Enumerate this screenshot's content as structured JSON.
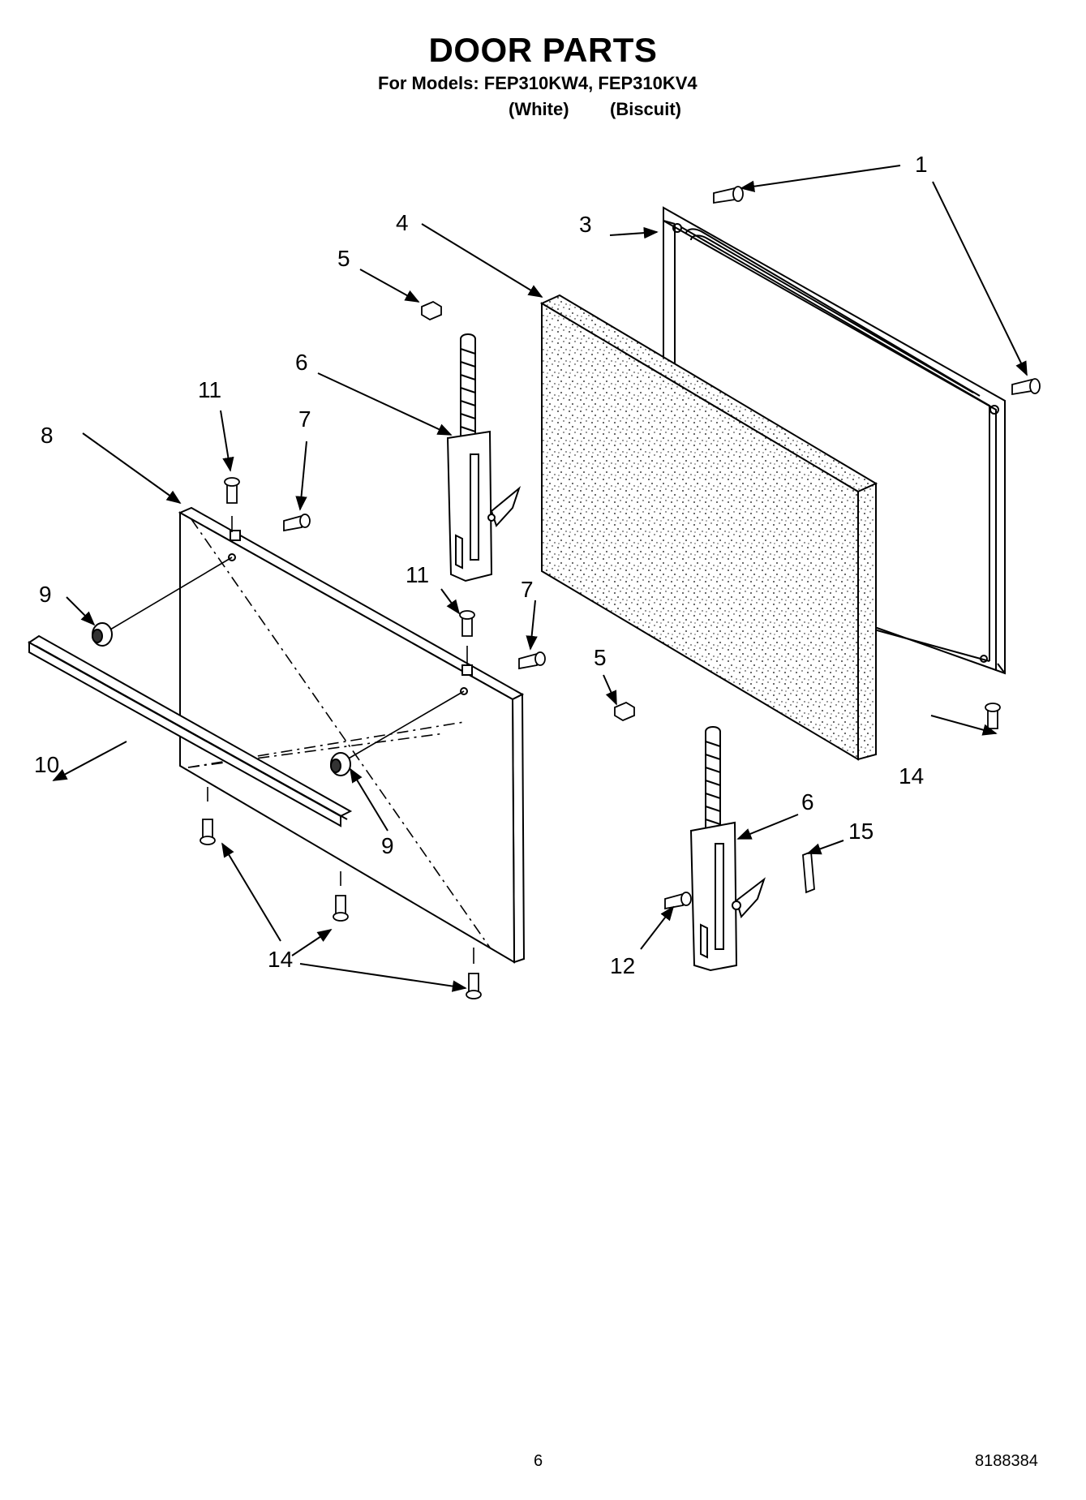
{
  "header": {
    "title": "DOOR PARTS",
    "models_line": "For Models: FEP310KW4, FEP310KV4",
    "color_1": "(White)",
    "color_2": "(Biscuit)"
  },
  "callouts": {
    "c1": "1",
    "c3": "3",
    "c4": "4",
    "c5a": "5",
    "c5b": "5",
    "c6a": "6",
    "c6b": "6",
    "c7a": "7",
    "c7b": "7",
    "c8": "8",
    "c9a": "9",
    "c9b": "9",
    "c10": "10",
    "c11a": "11",
    "c11b": "11",
    "c12": "12",
    "c14a": "14",
    "c14b": "14",
    "c15": "15"
  },
  "footer": {
    "page_number": "6",
    "document_number": "8188384"
  }
}
